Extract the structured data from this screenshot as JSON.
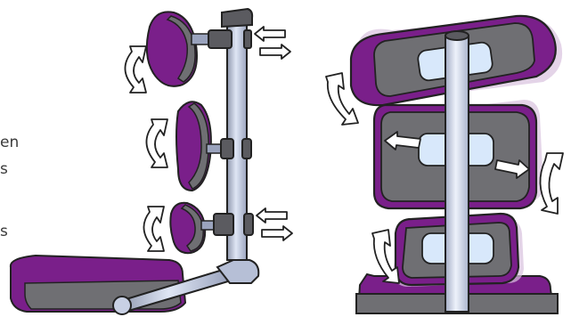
{
  "left_text_fragments": [
    "en",
    "s",
    "s"
  ],
  "colors": {
    "purple": "#7a1f8a",
    "pad_gray": "#6f6f73",
    "pad_dark": "#4a4a4e",
    "pole_gray": "#9a9aa0",
    "pole_blue": "#b8c6e6",
    "window_blue": "#d8e8fb",
    "arrow_fill": "#ffffff",
    "outline": "#222222"
  },
  "icons": [
    "curved-double-arrow-icon",
    "horizontal-double-arrow-icon",
    "straight-double-arrow-icon"
  ]
}
